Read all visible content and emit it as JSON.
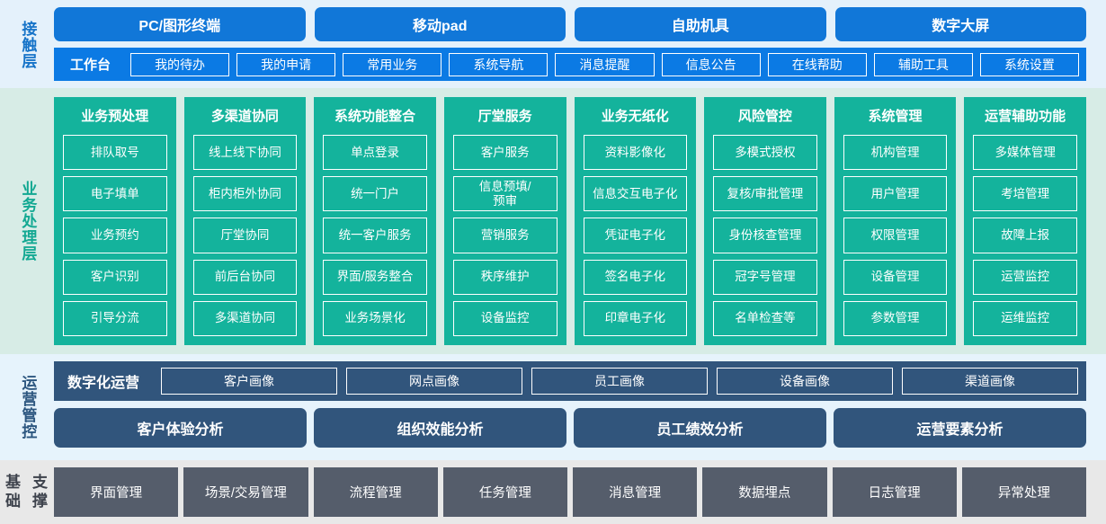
{
  "contact_layer": {
    "label": "接触层",
    "channels": [
      "PC/图形终端",
      "移动pad",
      "自助机具",
      "数字大屏"
    ],
    "workbench_title": "工作台",
    "workbench_items": [
      "我的待办",
      "我的申请",
      "常用业务",
      "系统导航",
      "消息提醒",
      "信息公告",
      "在线帮助",
      "辅助工具",
      "系统设置"
    ]
  },
  "business_layer": {
    "label": "业务处理层",
    "columns": [
      {
        "title": "业务预处理",
        "items": [
          "排队取号",
          "电子填单",
          "业务预约",
          "客户识别",
          "引导分流"
        ]
      },
      {
        "title": "多渠道协同",
        "items": [
          "线上线下协同",
          "柜内柜外协同",
          "厅堂协同",
          "前后台协同",
          "多渠道协同"
        ]
      },
      {
        "title": "系统功能整合",
        "items": [
          "单点登录",
          "统一门户",
          "统一客户服务",
          "界面/服务整合",
          "业务场景化"
        ]
      },
      {
        "title": "厅堂服务",
        "items": [
          "客户服务",
          "信息预填/\n预审",
          "营销服务",
          "秩序维护",
          "设备监控"
        ]
      },
      {
        "title": "业务无纸化",
        "items": [
          "资料影像化",
          "信息交互电子化",
          "凭证电子化",
          "签名电子化",
          "印章电子化"
        ]
      },
      {
        "title": "风险管控",
        "items": [
          "多模式授权",
          "复核/审批管理",
          "身份核查管理",
          "冠字号管理",
          "名单检查等"
        ]
      },
      {
        "title": "系统管理",
        "items": [
          "机构管理",
          "用户管理",
          "权限管理",
          "设备管理",
          "参数管理"
        ]
      },
      {
        "title": "运营辅助功能",
        "items": [
          "多媒体管理",
          "考培管理",
          "故障上报",
          "运营监控",
          "运维监控"
        ]
      }
    ]
  },
  "operations_layer": {
    "label": "运营管控",
    "digital_title": "数字化运营",
    "portraits": [
      "客户画像",
      "网点画像",
      "员工画像",
      "设备画像",
      "渠道画像"
    ],
    "analyses": [
      "客户体验分析",
      "组织效能分析",
      "员工绩效分析",
      "运营要素分析"
    ]
  },
  "foundation_layer": {
    "label_line1": "基础",
    "label_line2": "支撑",
    "items": [
      "界面管理",
      "场景/交易管理",
      "流程管理",
      "任务管理",
      "消息管理",
      "数据埋点",
      "日志管理",
      "异常处理"
    ]
  },
  "colors": {
    "contact_blue": "#1177d8",
    "workbench_blue": "#0b7ae4",
    "business_teal": "#14b39c",
    "operations_slate": "#31557c",
    "foundation_gray": "#555d6b"
  }
}
